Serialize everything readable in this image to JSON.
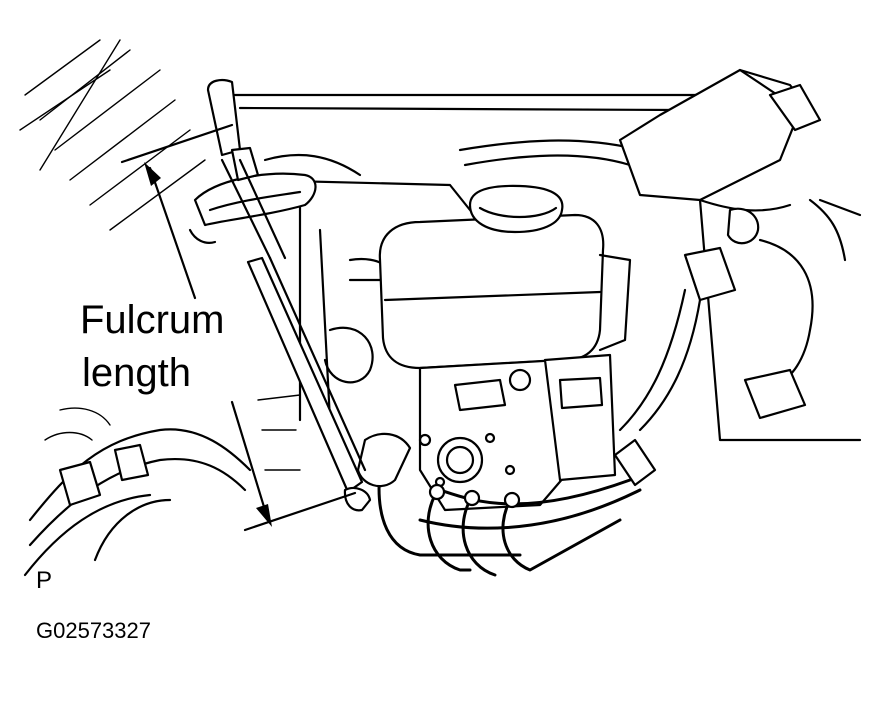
{
  "figure": {
    "label_line1": "Fulcrum",
    "label_line2": "length",
    "view_letter": "P",
    "figure_code": "G02573327"
  }
}
